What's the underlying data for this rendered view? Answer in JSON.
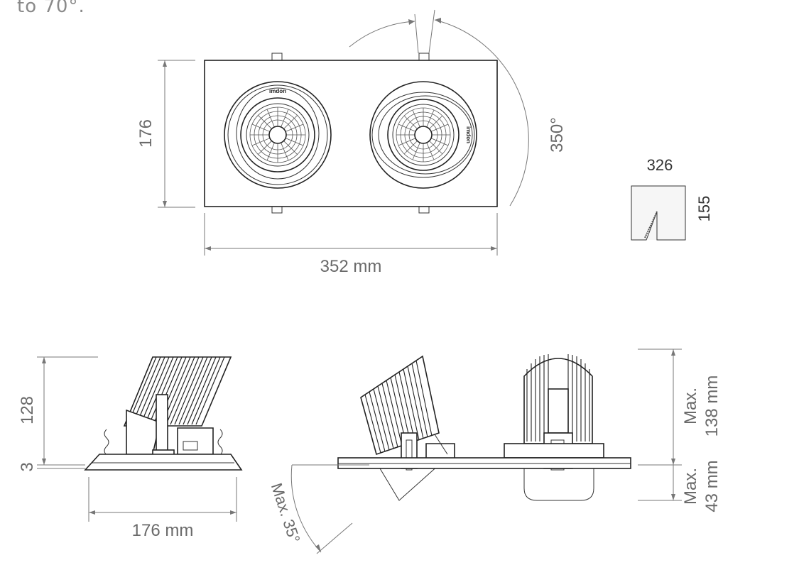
{
  "caption": "to 70°.",
  "top_view": {
    "height_label": "176",
    "width_label": "352 mm",
    "rotation_label": "350°",
    "brand_mark": "imdon"
  },
  "cutout": {
    "width_label": "326",
    "height_label": "155"
  },
  "side_view": {
    "height_label": "128",
    "trim_label": "3",
    "width_label": "176 mm"
  },
  "front_view": {
    "tilt_label": "Max. 35°",
    "above_label_line1": "Max.",
    "above_label_line2": "138 mm",
    "below_label_line1": "Max.",
    "below_label_line2": "43 mm"
  }
}
